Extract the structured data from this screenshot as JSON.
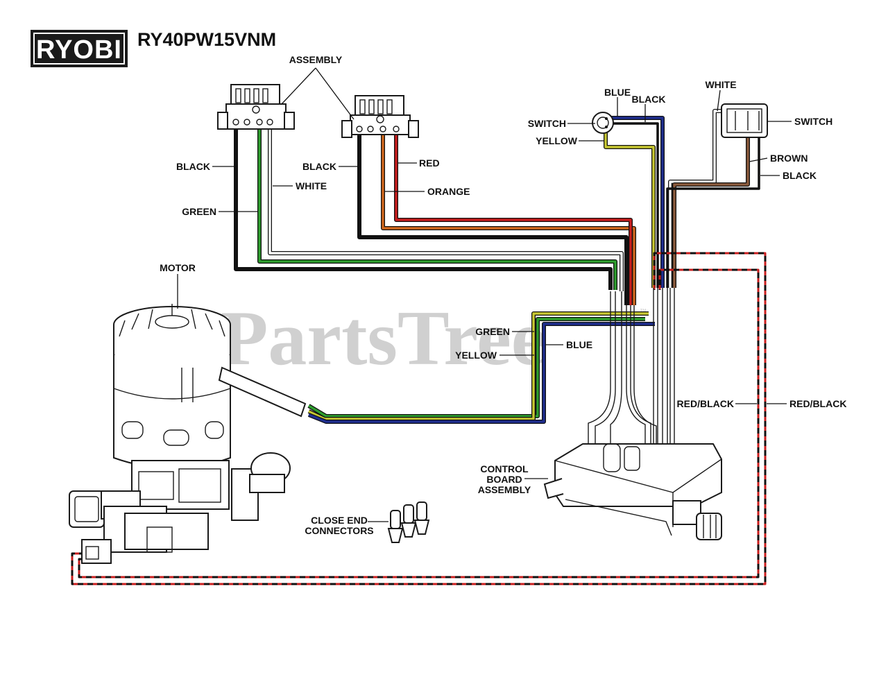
{
  "brand": {
    "logo": "RYOBI",
    "logo_bg": "#1a1a1a"
  },
  "model": "RY40PW15VNM",
  "watermark": {
    "text": "PartsTree",
    "tm": "™"
  },
  "labels": {
    "assembly": "ASSEMBLY",
    "black_left1": "BLACK",
    "white_left": "WHITE",
    "green_left": "GREEN",
    "black_left2": "BLACK",
    "red": "RED",
    "orange": "ORANGE",
    "blue_switch": "BLUE",
    "black_switch": "BLACK",
    "switch_left": "SWITCH",
    "yellow_switch": "YELLOW",
    "white_right": "WHITE",
    "switch_right": "SWITCH",
    "brown": "BROWN",
    "black_right": "BLACK",
    "motor": "MOTOR",
    "green_motor": "GREEN",
    "blue_motor": "BLUE",
    "yellow_motor": "YELLOW",
    "red_black_left": "RED/BLACK",
    "red_black_right": "RED/BLACK",
    "control_board": [
      "CONTROL",
      "BOARD",
      "ASSEMBLY"
    ],
    "close_end": [
      "CLOSE END",
      "CONNECTORS"
    ]
  },
  "wire_colors": {
    "black": "#111111",
    "white": "#ffffff",
    "green": "#2e9e2e",
    "red": "#c81e1e",
    "orange": "#d2691e",
    "blue": "#1f2e8f",
    "yellow": "#c8c832",
    "brown": "#8b5a3c"
  }
}
